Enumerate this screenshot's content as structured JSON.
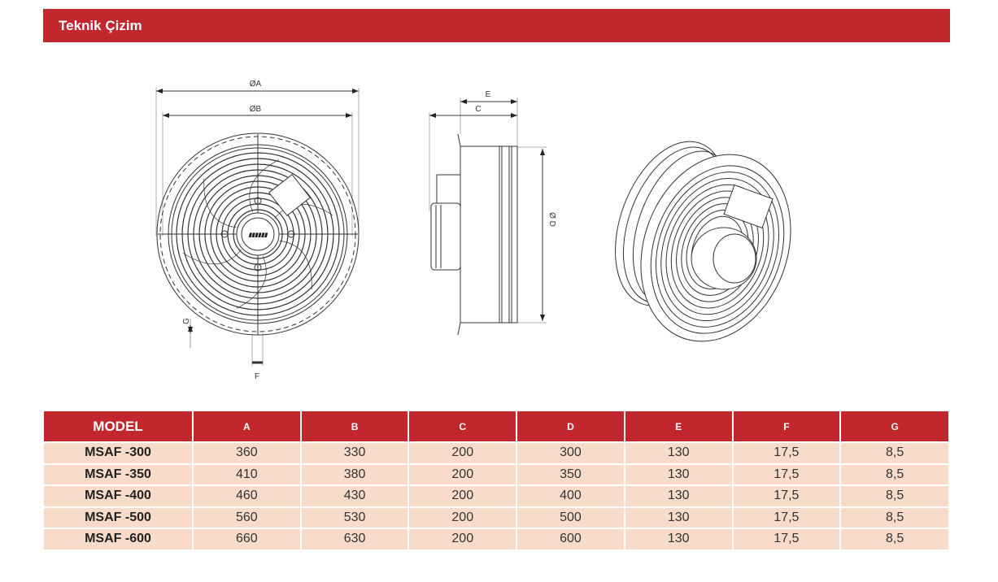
{
  "header": {
    "title": "Teknik Çizim"
  },
  "drawing": {
    "labels": {
      "A": "ØA",
      "B": "ØB",
      "E": "E",
      "C": "C",
      "D": "Ø D",
      "G": "G",
      "F": "F"
    }
  },
  "table": {
    "headers": [
      "MODEL",
      "A",
      "B",
      "C",
      "D",
      "E",
      "F",
      "G"
    ],
    "rows": [
      [
        "MSAF -300",
        "360",
        "330",
        "200",
        "300",
        "130",
        "17,5",
        "8,5"
      ],
      [
        "MSAF -350",
        "410",
        "380",
        "200",
        "350",
        "130",
        "17,5",
        "8,5"
      ],
      [
        "MSAF -400",
        "460",
        "430",
        "200",
        "400",
        "130",
        "17,5",
        "8,5"
      ],
      [
        "MSAF -500",
        "560",
        "530",
        "200",
        "500",
        "130",
        "17,5",
        "8,5"
      ],
      [
        "MSAF -600",
        "660",
        "630",
        "200",
        "600",
        "130",
        "17,5",
        "8,5"
      ]
    ]
  },
  "colors": {
    "brand": "#c1272d",
    "row": "#f8dcc9"
  }
}
